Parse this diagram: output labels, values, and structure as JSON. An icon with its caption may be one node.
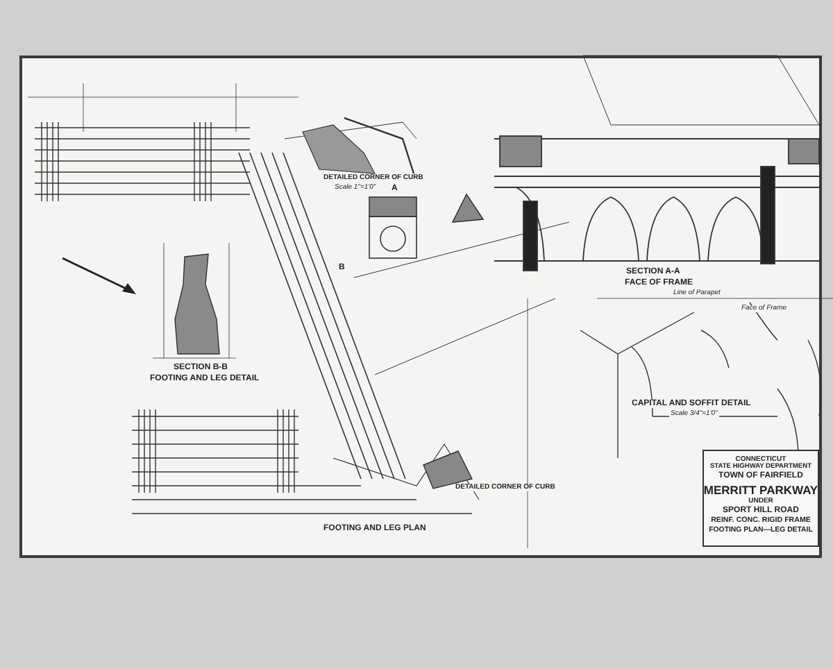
{
  "diagram": {
    "nodes": [
      {
        "text": [
          "CONNECTICUT",
          "STATE HIGHWAY DEPARTMENT",
          "TOWN OF FAIRFIELD",
          "MERRITT PARKWAY",
          "UNDER",
          "SPORT HILL ROAD",
          "REINF. CONC. RIGID FRAME",
          "FOOTING PLAN—LEG DETAIL"
        ]
      }
    ],
    "edges": [],
    "labels": [
      "DETAILED CORNER OF CURB",
      "Scale 1\"=1'0\"",
      "A",
      "SECTION A-A",
      "FACE OF FRAME",
      "Line of Parapet",
      "Face of Frame",
      "B",
      "SECTION B-B",
      "FOOTING AND LEG DETAIL",
      "CAPITAL AND SOFFIT DETAIL",
      "Scale 3/4\"=1'0\"",
      "DETAILED CORNER OF CURB",
      "FOOTING AND LEG PLAN"
    ]
  }
}
